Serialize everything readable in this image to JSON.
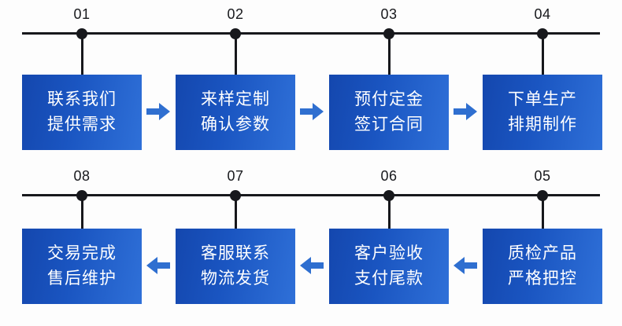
{
  "diagram": {
    "title": "",
    "background_color": "#fdfdfd",
    "axis_color": "#17181c",
    "box_gradient_from": "#1447ae",
    "box_gradient_to": "#2f70d8",
    "arrow_color": "#2f6fd0",
    "box_text_color": "#ffffff",
    "number_color": "#17181c"
  },
  "rows": [
    {
      "direction": "right",
      "steps": [
        {
          "number": "01",
          "line1": "联系我们",
          "line2": "提供需求"
        },
        {
          "number": "02",
          "line1": "来样定制",
          "line2": "确认参数"
        },
        {
          "number": "03",
          "line1": "预付定金",
          "line2": "签订合同"
        },
        {
          "number": "04",
          "line1": "下单生产",
          "line2": "排期制作"
        }
      ]
    },
    {
      "direction": "left",
      "steps": [
        {
          "number": "08",
          "line1": "交易完成",
          "line2": "售后维护"
        },
        {
          "number": "07",
          "line1": "客服联系",
          "line2": "物流发货"
        },
        {
          "number": "06",
          "line1": "客户验收",
          "line2": "支付尾款"
        },
        {
          "number": "05",
          "line1": "质检产品",
          "line2": "严格把控"
        }
      ]
    }
  ]
}
